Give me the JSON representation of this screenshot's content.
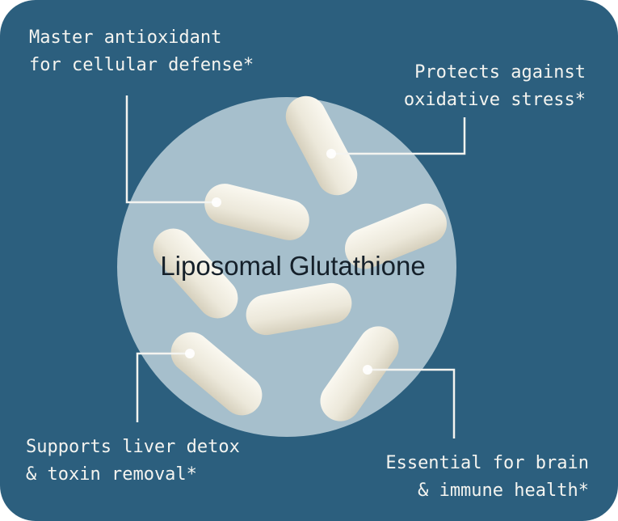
{
  "title": "Liposomal Glutathione",
  "benefits": [
    {
      "line1": "Master antioxidant",
      "line2": "for cellular defense*"
    },
    {
      "line1": "Protects against",
      "line2": "oxidative stress*"
    },
    {
      "line1": "Supports liver detox",
      "line2": "& toxin removal*"
    },
    {
      "line1": "Essential for brain",
      "line2": "& immune health*"
    }
  ],
  "colors": {
    "background": "#2c5f7e",
    "circle": "#a6bfcc",
    "capsule": "#efece0",
    "text": "#f4f4f0"
  }
}
